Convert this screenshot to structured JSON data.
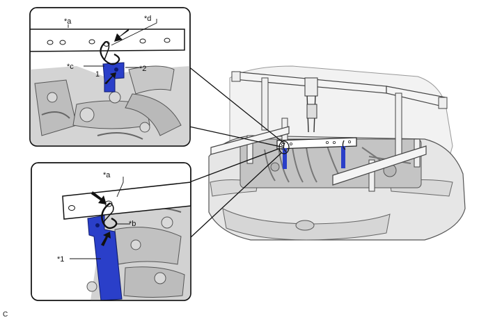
{
  "callouts": {
    "top_a": "*a",
    "top_d": "*d",
    "top_c": "*c",
    "top_2": "*2",
    "top_1": "1",
    "bottom_a": "*a",
    "bottom_b": "*b",
    "bottom_1": "*1"
  },
  "caption": "C",
  "colors": {
    "part_blue": "#2a3fc9",
    "outline": "#1a1a1a",
    "engine_gray": "#cfcfcf"
  },
  "icons": [
    "arrow-icon"
  ]
}
